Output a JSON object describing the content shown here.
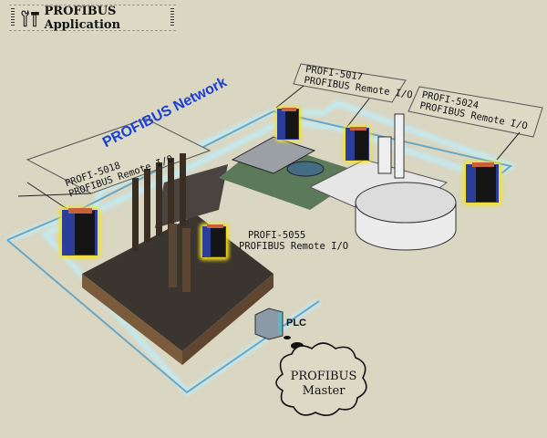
{
  "header": {
    "title": "PROFIBUS Application",
    "icon": "tools-icon"
  },
  "network": {
    "label": "PROFIBUS Network",
    "color": "#8fd3e8"
  },
  "devices": [
    {
      "model": "PROFI-5018",
      "type": "PROFIBUS Remote I/O"
    },
    {
      "model": "PROFI-5017",
      "type": "PROFIBUS Remote I/O"
    },
    {
      "model": "PROFI-5024",
      "type": "PROFIBUS Remote I/O"
    },
    {
      "model": "PROFI-5055",
      "type": "PROFIBUS Remote I/O"
    }
  ],
  "plc": {
    "label": "PLC"
  },
  "master": {
    "line1": "PROFIBUS",
    "line2": "Master"
  },
  "colors": {
    "background": "#d9d6c2",
    "device_body": "#2b3f9a",
    "device_glow": "#f5e21a",
    "network_text": "#1a3fd6"
  }
}
